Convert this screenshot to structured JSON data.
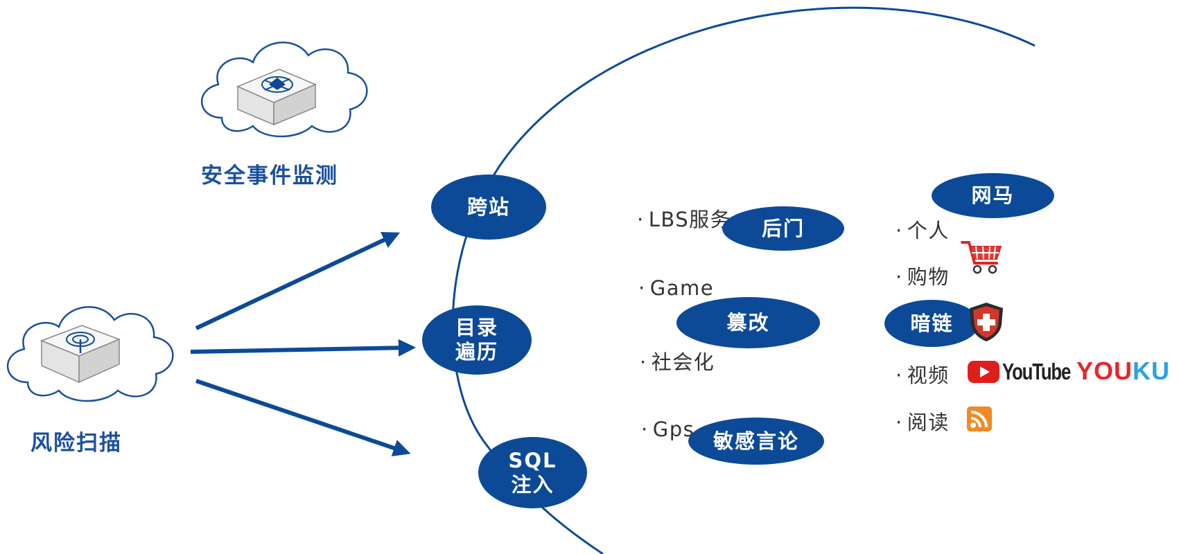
{
  "captions": {
    "security_monitor": "安全事件监测",
    "risk_scan": "风险扫描"
  },
  "attack_types": {
    "xss": "跨站",
    "dir_line1": "目录",
    "dir_line2": "遍历",
    "sql_line1": "SQL",
    "sql_line2": "注入"
  },
  "risks": {
    "backdoor": "后门",
    "tamper": "篡改",
    "sensitive": "敏感言论",
    "trojan": "网马",
    "dark_link": "暗链"
  },
  "categories_left": [
    "LBS服务",
    "Game",
    "社会化",
    "Gps"
  ],
  "categories_right": [
    "个人",
    "购物",
    "视频",
    "阅读"
  ],
  "brands": {
    "youtube": "YouTube",
    "youku": [
      "Y",
      "O",
      "U",
      "K",
      "U"
    ],
    "youku_colors": [
      "#e8242a",
      "#e8242a",
      "#e8242a",
      "#2aa0e6",
      "#2aa0e6"
    ]
  },
  "colors": {
    "primary": "#0c4a98",
    "caption": "#1a4f9f"
  }
}
